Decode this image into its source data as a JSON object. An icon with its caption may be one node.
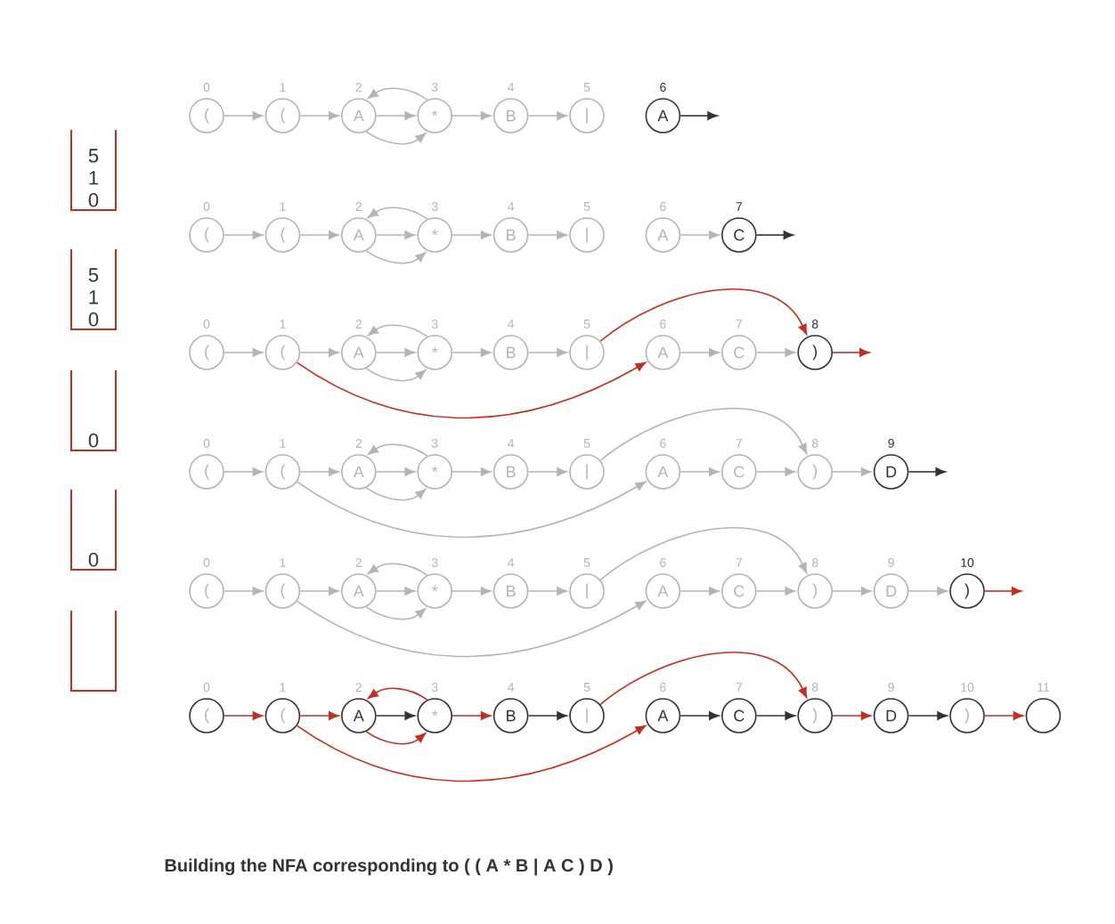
{
  "diagram": {
    "caption": "Building the NFA corresponding to ( ( A * B | A C ) D )",
    "nodes": [
      {
        "text": [
          "("
        ],
        "beside": [
          "0"
        ]
      },
      {
        "text": [
          "("
        ],
        "beside": [
          "1"
        ]
      },
      {
        "text": [
          "A"
        ],
        "beside": [
          "2"
        ]
      },
      {
        "text": [
          "*"
        ],
        "beside": [
          "3"
        ]
      },
      {
        "text": [
          "B"
        ],
        "beside": [
          "4"
        ]
      },
      {
        "text": [
          "|"
        ],
        "beside": [
          "5"
        ]
      },
      {
        "text": [
          "A"
        ],
        "beside": [
          "6"
        ]
      },
      {
        "text": [
          "("
        ],
        "beside": [
          "0"
        ]
      },
      {
        "text": [
          "("
        ],
        "beside": [
          "1"
        ]
      },
      {
        "text": [
          "A"
        ],
        "beside": [
          "2"
        ]
      },
      {
        "text": [
          "*"
        ],
        "beside": [
          "3"
        ]
      },
      {
        "text": [
          "B"
        ],
        "beside": [
          "4"
        ]
      },
      {
        "text": [
          "|"
        ],
        "beside": [
          "5"
        ]
      },
      {
        "text": [
          "A"
        ],
        "beside": [
          "6"
        ]
      },
      {
        "text": [
          "C"
        ],
        "beside": [
          "7"
        ]
      },
      {
        "text": [
          "("
        ],
        "beside": [
          "0"
        ]
      },
      {
        "text": [
          "("
        ],
        "beside": [
          "1"
        ]
      },
      {
        "text": [
          "A"
        ],
        "beside": [
          "2"
        ]
      },
      {
        "text": [
          "*"
        ],
        "beside": [
          "3"
        ]
      },
      {
        "text": [
          "B"
        ],
        "beside": [
          "4"
        ]
      },
      {
        "text": [
          "|"
        ],
        "beside": [
          "5"
        ]
      },
      {
        "text": [
          "A"
        ],
        "beside": [
          "6"
        ]
      },
      {
        "text": [
          "C"
        ],
        "beside": [
          "7"
        ]
      },
      {
        "text": [
          ")"
        ],
        "beside": [
          "8"
        ]
      },
      {
        "text": [
          "("
        ],
        "beside": [
          "0"
        ]
      },
      {
        "text": [
          "("
        ],
        "beside": [
          "1"
        ]
      },
      {
        "text": [
          "A"
        ],
        "beside": [
          "2"
        ]
      },
      {
        "text": [
          "*"
        ],
        "beside": [
          "3"
        ]
      },
      {
        "text": [
          "B"
        ],
        "beside": [
          "4"
        ]
      },
      {
        "text": [
          "|"
        ],
        "beside": [
          "5"
        ]
      },
      {
        "text": [
          "A"
        ],
        "beside": [
          "6"
        ]
      },
      {
        "text": [
          "C"
        ],
        "beside": [
          "7"
        ]
      },
      {
        "text": [
          ")"
        ],
        "beside": [
          "8"
        ]
      },
      {
        "text": [
          "D"
        ],
        "beside": [
          "9"
        ]
      },
      {
        "text": [
          "("
        ],
        "beside": [
          "0"
        ]
      },
      {
        "text": [
          "("
        ],
        "beside": [
          "1"
        ]
      },
      {
        "text": [
          "A"
        ],
        "beside": [
          "2"
        ]
      },
      {
        "text": [
          "*"
        ],
        "beside": [
          "3"
        ]
      },
      {
        "text": [
          "B"
        ],
        "beside": [
          "4"
        ]
      },
      {
        "text": [
          "|"
        ],
        "beside": [
          "5"
        ]
      },
      {
        "text": [
          "A"
        ],
        "beside": [
          "6"
        ]
      },
      {
        "text": [
          "C"
        ],
        "beside": [
          "7"
        ]
      },
      {
        "text": [
          ")"
        ],
        "beside": [
          "8"
        ]
      },
      {
        "text": [
          "D"
        ],
        "beside": [
          "9"
        ]
      },
      {
        "text": [
          ")"
        ],
        "beside": [
          "10"
        ]
      },
      {
        "text": [
          "("
        ],
        "beside": [
          "0"
        ]
      },
      {
        "text": [
          "("
        ],
        "beside": [
          "1"
        ]
      },
      {
        "text": [
          "A"
        ],
        "beside": [
          "2"
        ]
      },
      {
        "text": [
          "*"
        ],
        "beside": [
          "3"
        ]
      },
      {
        "text": [
          "B"
        ],
        "beside": [
          "4"
        ]
      },
      {
        "text": [
          "|"
        ],
        "beside": [
          "5"
        ]
      },
      {
        "text": [
          "A"
        ],
        "beside": [
          "6"
        ]
      },
      {
        "text": [
          "C"
        ],
        "beside": [
          "7"
        ]
      },
      {
        "text": [
          ")"
        ],
        "beside": [
          "8"
        ]
      },
      {
        "text": [
          "D"
        ],
        "beside": [
          "9"
        ]
      },
      {
        "text": [
          ")"
        ],
        "beside": [
          "10"
        ]
      },
      {
        "text": [],
        "shape": "circle",
        "beside": [
          "11"
        ]
      },
      {
        "text": [
          "5",
          "1",
          "0"
        ]
      },
      {
        "text": [
          "5",
          "1",
          "0"
        ]
      },
      {
        "text": [
          "0"
        ]
      },
      {
        "text": [
          "0"
        ]
      },
      {
        "text": [],
        "shape": "box"
      }
    ],
    "edges": [
      {
        "from": 0,
        "to": 1,
        "arrow": "to"
      },
      {
        "from": 1,
        "to": 2,
        "arrow": "to"
      },
      {
        "from": 2,
        "to": 3,
        "arrow": "to"
      },
      {
        "from": 3,
        "to": 2,
        "arrow": "to"
      },
      {
        "from": 2,
        "to": 3,
        "arrow": "to"
      },
      {
        "from": 3,
        "to": 4,
        "arrow": "to"
      },
      {
        "from": 4,
        "to": 5,
        "arrow": "to"
      },
      {
        "from": 6,
        "to": null,
        "arrow": "to",
        "color": "#333333"
      },
      {
        "from": 7,
        "to": 8,
        "arrow": "to"
      },
      {
        "from": 8,
        "to": 9,
        "arrow": "to"
      },
      {
        "from": 9,
        "to": 10,
        "arrow": "to"
      },
      {
        "from": 10,
        "to": 9,
        "arrow": "to"
      },
      {
        "from": 9,
        "to": 10,
        "arrow": "to"
      },
      {
        "from": 10,
        "to": 11,
        "arrow": "to"
      },
      {
        "from": 11,
        "to": 12,
        "arrow": "to"
      },
      {
        "from": 13,
        "to": 14,
        "arrow": "to"
      },
      {
        "from": 14,
        "to": null,
        "arrow": "to",
        "color": "#333333"
      },
      {
        "from": 15,
        "to": 16,
        "arrow": "to"
      },
      {
        "from": 16,
        "to": 17,
        "arrow": "to"
      },
      {
        "from": 17,
        "to": 18,
        "arrow": "to"
      },
      {
        "from": 18,
        "to": 17,
        "arrow": "to"
      },
      {
        "from": 17,
        "to": 18,
        "arrow": "to"
      },
      {
        "from": 18,
        "to": 19,
        "arrow": "to"
      },
      {
        "from": 19,
        "to": 20,
        "arrow": "to"
      },
      {
        "from": 21,
        "to": 22,
        "arrow": "to"
      },
      {
        "from": 22,
        "to": 23,
        "arrow": "to"
      },
      {
        "from": 20,
        "to": 23,
        "arrow": "to",
        "color": "#c62d1f"
      },
      {
        "from": 16,
        "to": 21,
        "arrow": "to",
        "color": "#c62d1f"
      },
      {
        "from": 23,
        "to": null,
        "arrow": "to",
        "color": "#c62d1f"
      },
      {
        "from": 24,
        "to": 25,
        "arrow": "to"
      },
      {
        "from": 25,
        "to": 26,
        "arrow": "to"
      },
      {
        "from": 26,
        "to": 27,
        "arrow": "to"
      },
      {
        "from": 27,
        "to": 26,
        "arrow": "to"
      },
      {
        "from": 26,
        "to": 27,
        "arrow": "to"
      },
      {
        "from": 27,
        "to": 28,
        "arrow": "to"
      },
      {
        "from": 28,
        "to": 29,
        "arrow": "to"
      },
      {
        "from": 30,
        "to": 31,
        "arrow": "to"
      },
      {
        "from": 31,
        "to": 32,
        "arrow": "to"
      },
      {
        "from": 29,
        "to": 32,
        "arrow": "to"
      },
      {
        "from": 25,
        "to": 30,
        "arrow": "to"
      },
      {
        "from": 32,
        "to": 33,
        "arrow": "to"
      },
      {
        "from": 33,
        "to": null,
        "arrow": "to",
        "color": "#333333"
      },
      {
        "from": 34,
        "to": 35,
        "arrow": "to"
      },
      {
        "from": 35,
        "to": 36,
        "arrow": "to"
      },
      {
        "from": 36,
        "to": 37,
        "arrow": "to"
      },
      {
        "from": 37,
        "to": 36,
        "arrow": "to"
      },
      {
        "from": 36,
        "to": 37,
        "arrow": "to"
      },
      {
        "from": 37,
        "to": 38,
        "arrow": "to"
      },
      {
        "from": 38,
        "to": 39,
        "arrow": "to"
      },
      {
        "from": 40,
        "to": 41,
        "arrow": "to"
      },
      {
        "from": 41,
        "to": 42,
        "arrow": "to"
      },
      {
        "from": 39,
        "to": 42,
        "arrow": "to"
      },
      {
        "from": 35,
        "to": 40,
        "arrow": "to"
      },
      {
        "from": 42,
        "to": 43,
        "arrow": "to"
      },
      {
        "from": 43,
        "to": 44,
        "arrow": "to"
      },
      {
        "from": 44,
        "to": null,
        "arrow": "to",
        "color": "#c62d1f"
      },
      {
        "from": 45,
        "to": 46,
        "arrow": "to",
        "color": "#c62d1f"
      },
      {
        "from": 46,
        "to": 47,
        "arrow": "to",
        "color": "#c62d1f"
      },
      {
        "from": 47,
        "to": 48,
        "arrow": "to",
        "color": "#333333"
      },
      {
        "from": 48,
        "to": 47,
        "arrow": "to",
        "color": "#c62d1f"
      },
      {
        "from": 47,
        "to": 48,
        "arrow": "to",
        "color": "#c62d1f"
      },
      {
        "from": 48,
        "to": 49,
        "arrow": "to",
        "color": "#c62d1f"
      },
      {
        "from": 49,
        "to": 50,
        "arrow": "to",
        "color": "#333333"
      },
      {
        "from": 51,
        "to": 52,
        "arrow": "to",
        "color": "#333333"
      },
      {
        "from": 52,
        "to": 53,
        "arrow": "to",
        "color": "#333333"
      },
      {
        "from": 50,
        "to": 53,
        "arrow": "to",
        "color": "#c62d1f"
      },
      {
        "from": 46,
        "to": 51,
        "arrow": "to",
        "color": "#c62d1f"
      },
      {
        "from": 53,
        "to": 54,
        "arrow": "to",
        "color": "#c62d1f"
      },
      {
        "from": 54,
        "to": 55,
        "arrow": "to",
        "color": "#333333"
      },
      {
        "from": 55,
        "to": 56,
        "arrow": "to",
        "color": "#c62d1f"
      }
    ]
  }
}
